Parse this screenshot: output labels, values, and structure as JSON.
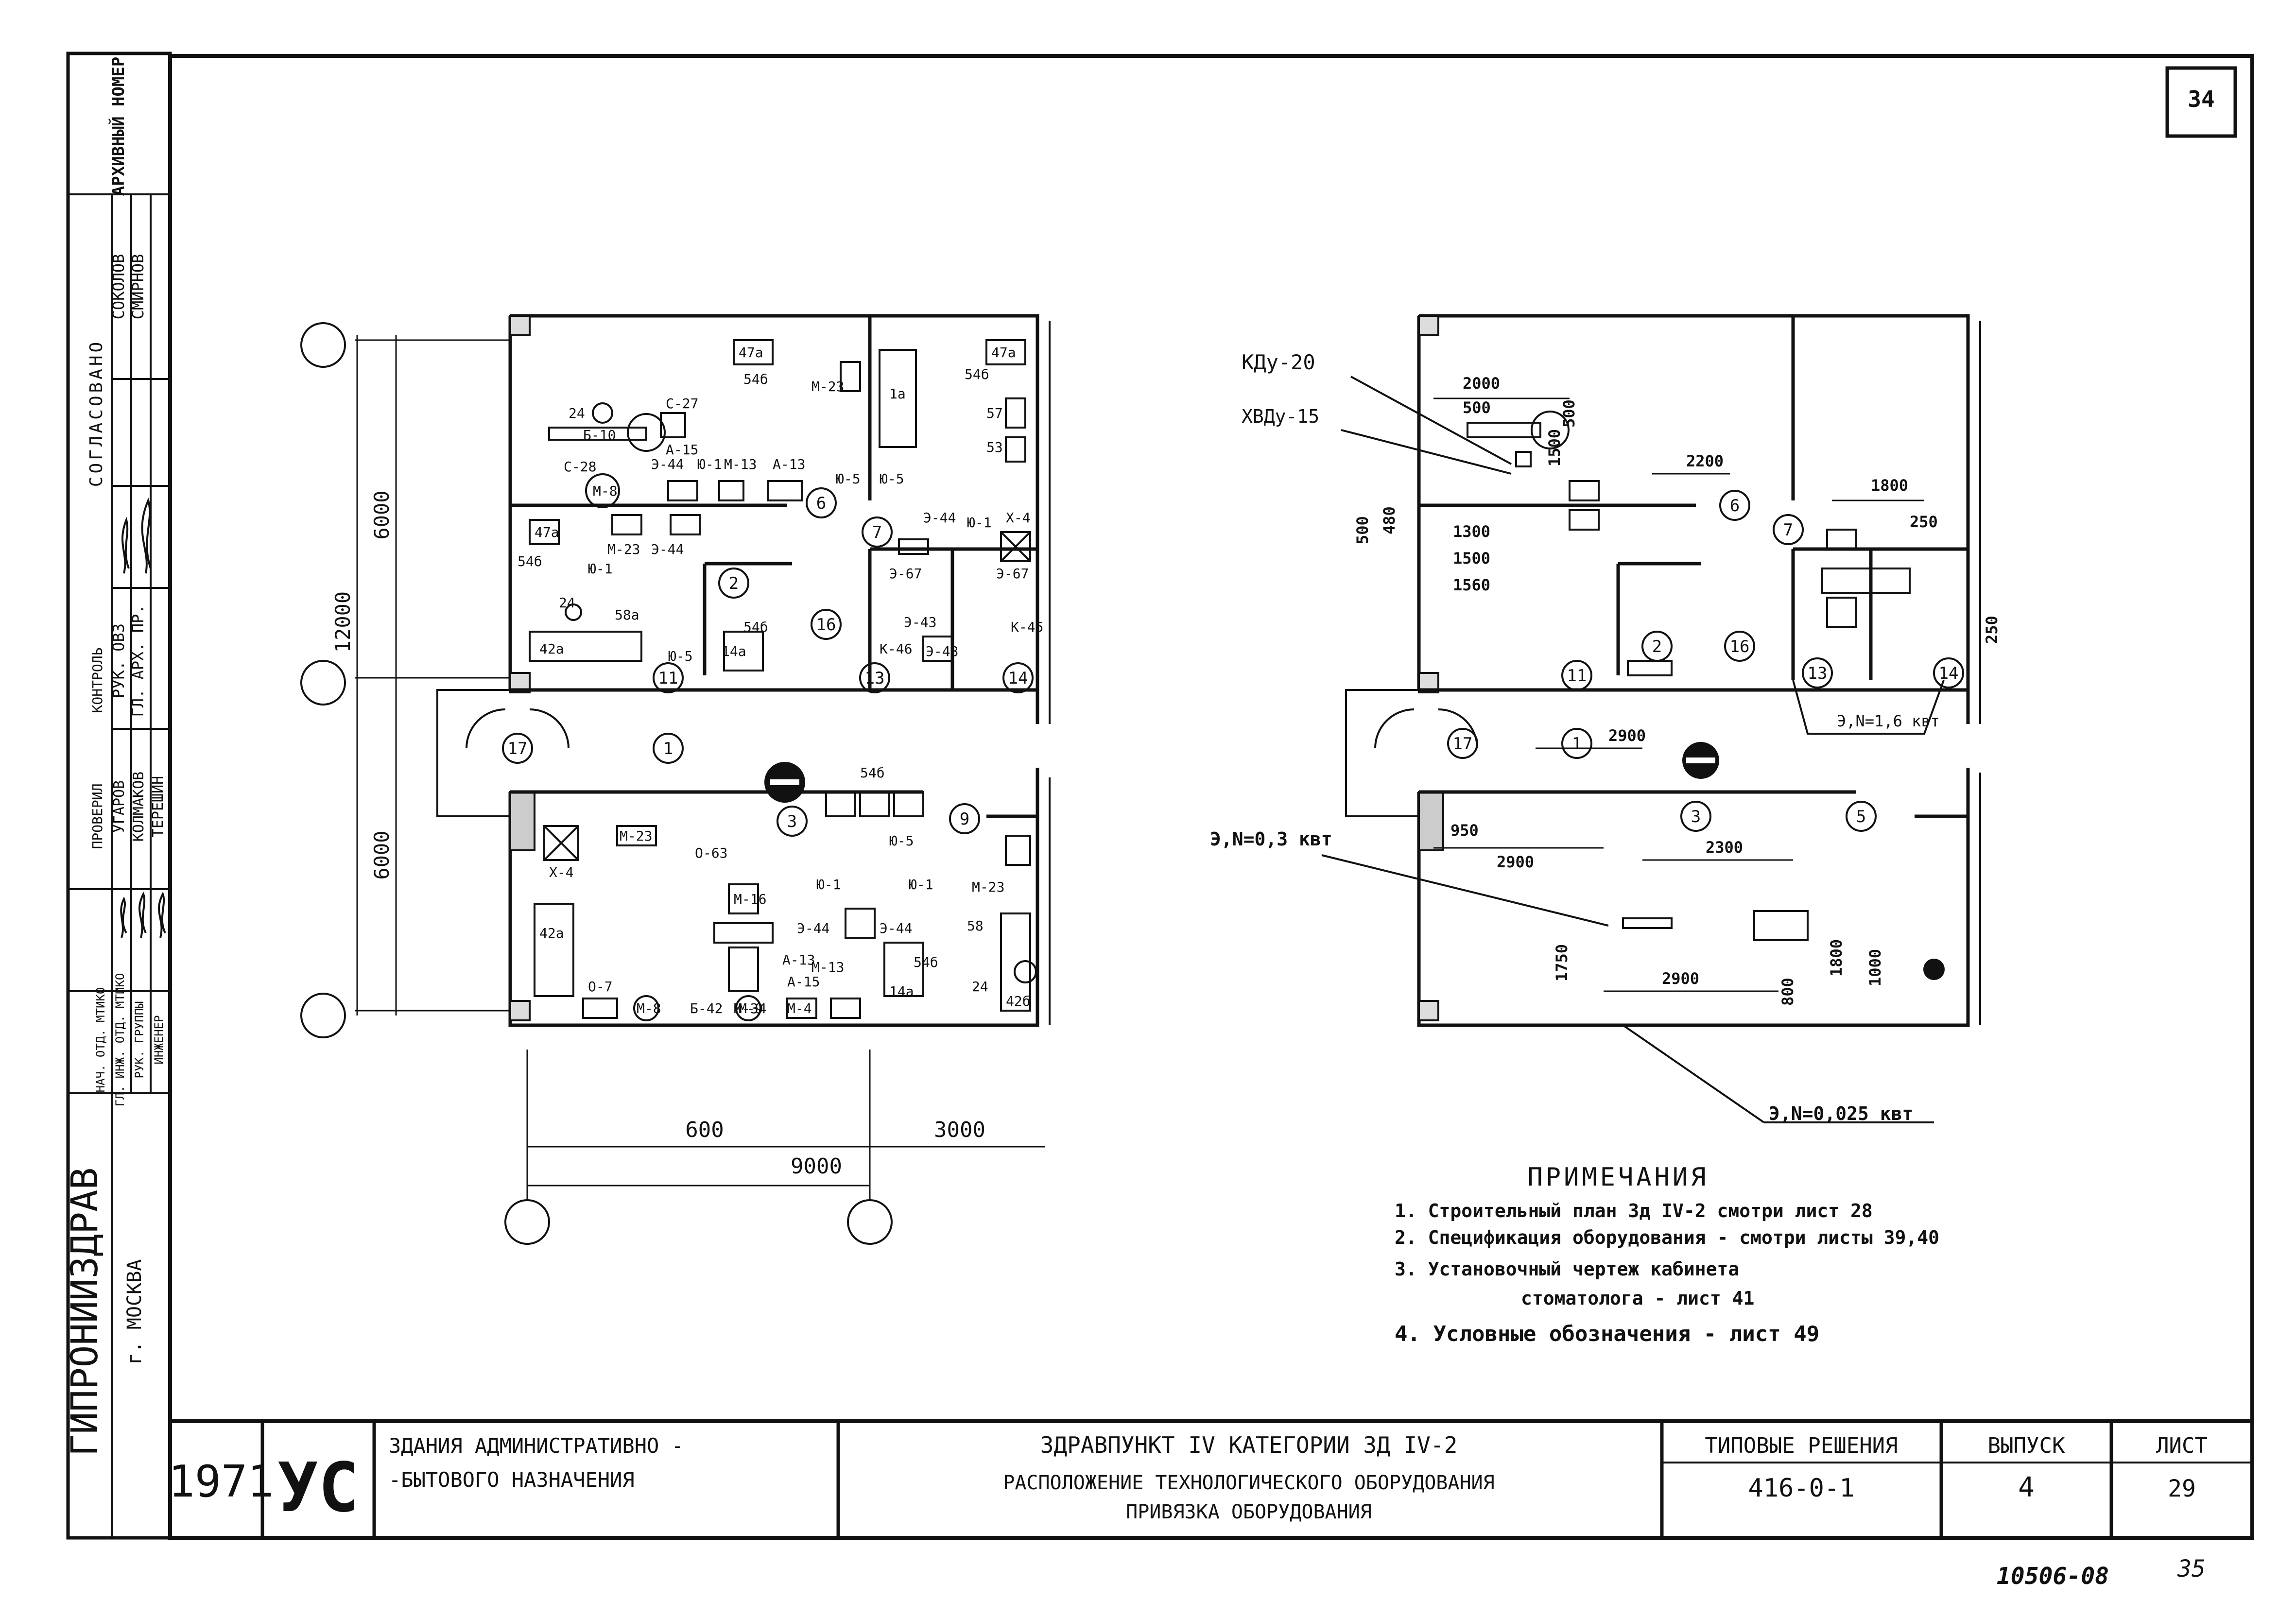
{
  "sheet": {
    "corner_number": "34",
    "bottom_archive_code": "10506-08",
    "bottom_page_number": "35"
  },
  "left_stamp": {
    "org_name": "ГИПРОНИИЗДРАВ",
    "org_city": "г. МОСКВА",
    "archive_header": "АРХИВНЫЙ НОМЕР",
    "agreed_header": "СОГЛАСОВАНО",
    "col_control": "КОНТРОЛЬ",
    "col_checked": "ПРОВЕРИЛ",
    "rows": [
      {
        "role": "НАЧ. ОТД. МТИКО",
        "name": ""
      },
      {
        "role": "ГЛ. ИНЖ. ОТД. МТИКО",
        "name": "УГАРОВ"
      },
      {
        "role": "РУК. ГРУППЫ",
        "name": "КОЛМАКОВ"
      },
      {
        "role": "ИНЖЕНЕР",
        "name": "ТЕРЕШИН"
      }
    ],
    "agreed_rows": [
      {
        "role": "РУК. ОВЗ",
        "name": "СОКОЛОВ"
      },
      {
        "role": "ГЛ. АРХ. ПР.",
        "name": "СМИРНОВ"
      }
    ]
  },
  "title_block": {
    "year": "1971",
    "series_code": "УС",
    "building_type_line1": "ЗДАНИЯ АДМИНИСТРАТИВНО -",
    "building_type_line2": "-БЫТОВОГО НАЗНАЧЕНИЯ",
    "title_line1": "ЗДРАВПУНКТ IV КАТЕГОРИИ ЗД IV-2",
    "title_line2": "РАСПОЛОЖЕНИЕ ТЕХНОЛОГИЧЕСКОГО ОБОРУДОВАНИЯ",
    "title_line3": "ПРИВЯЗКА ОБОРУДОВАНИЯ",
    "typical_header": "ТИПОВЫЕ РЕШЕНИЯ",
    "typical_value": "416-0-1",
    "issue_header": "ВЫПУСК",
    "issue_value": "4",
    "sheet_header": "ЛИСТ",
    "sheet_value": "29"
  },
  "left_plan": {
    "dim_total_vertical": "12000",
    "dim_upper_vertical": "6000",
    "dim_lower_vertical": "6000",
    "dim_bottom_left": "600",
    "dim_bottom_right": "3000",
    "dim_bottom_total": "9000",
    "room_numbers": [
      "6",
      "7",
      "2",
      "16",
      "11",
      "13",
      "14",
      "17",
      "1",
      "3",
      "9"
    ],
    "equipment_labels": [
      "47а",
      "54б",
      "М-23",
      "1а",
      "47а",
      "54б",
      "57",
      "53",
      "24",
      "С-27",
      "Б-10",
      "С-28",
      "А-15",
      "Э-44",
      "Ю-1",
      "М-13",
      "А-13",
      "М-8",
      "Ю-5",
      "Ю-5",
      "Э-44",
      "Ю-1",
      "Х-4",
      "Э-67",
      "Э-67",
      "47а",
      "54б",
      "М-23",
      "Э-44",
      "Ю-1",
      "24",
      "58а",
      "42а",
      "54б",
      "14а",
      "Ю-5",
      "К-46",
      "Э-43",
      "К-45",
      "Э-43",
      "54б",
      "М-23",
      "О-63",
      "Ю-5",
      "Х-4",
      "42а",
      "М-16",
      "Ю-1",
      "Ю-1",
      "Э-44",
      "Э-44",
      "М-23",
      "58",
      "А-13",
      "М-13",
      "А-15",
      "14а",
      "54б",
      "24",
      "42б",
      "О-7",
      "М-8",
      "Б-42",
      "М-34",
      "М-9",
      "М-4"
    ]
  },
  "right_plan": {
    "callouts": [
      "КДу-20",
      "ХВДу-15"
    ],
    "dims": [
      "2000",
      "500",
      "500",
      "1500",
      "2200",
      "1800",
      "250",
      "500",
      "480",
      "1300",
      "1500",
      "1560",
      "250",
      "2900",
      "950",
      "2900",
      "2300",
      "1750",
      "2900",
      "800",
      "1800",
      "1000"
    ],
    "room_numbers": [
      "6",
      "7",
      "2",
      "16",
      "11",
      "13",
      "14",
      "17",
      "1",
      "3",
      "5"
    ],
    "power_notes": [
      "Э,N=1,6 квт",
      "Э,N=0,3 квт",
      "Э,N=0,025 квт"
    ]
  },
  "notes": {
    "title": "ПРИМЕЧАНИЯ",
    "items": [
      "1. Строительный план Зд IV-2 смотри лист 28",
      "2. Спецификация оборудования - смотри листы 39,40",
      "3. Установочный чертеж кабинета",
      "стоматолога - лист 41",
      "4. Условные обозначения - лист 49"
    ]
  }
}
